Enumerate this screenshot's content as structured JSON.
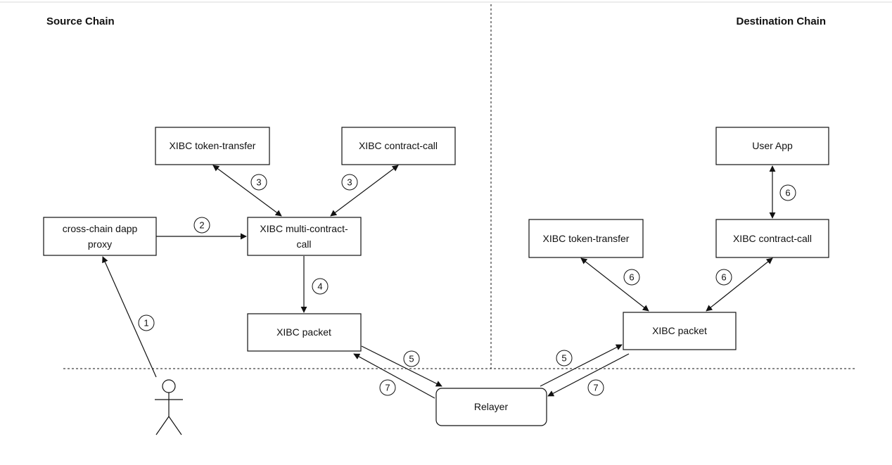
{
  "regions": {
    "source": "Source Chain",
    "destination": "Destination Chain"
  },
  "boxes": {
    "src_token_transfer": "XIBC token-transfer",
    "src_contract_call": "XIBC contract-call",
    "dapp_proxy": [
      "cross-chain dapp",
      "proxy"
    ],
    "multi_contract_call": [
      "XIBC multi-contract-",
      "call"
    ],
    "src_packet": "XIBC packet",
    "relayer": "Relayer",
    "dst_token_transfer": "XIBC token-transfer",
    "dst_contract_call": "XIBC contract-call",
    "user_app": "User App",
    "dst_packet": "XIBC packet"
  },
  "steps": {
    "s1": "1",
    "s2": "2",
    "s3a": "3",
    "s3b": "3",
    "s4": "4",
    "s5a": "5",
    "s5b": "5",
    "s6a": "6",
    "s6b": "6",
    "s6c": "6",
    "s7a": "7",
    "s7b": "7"
  }
}
